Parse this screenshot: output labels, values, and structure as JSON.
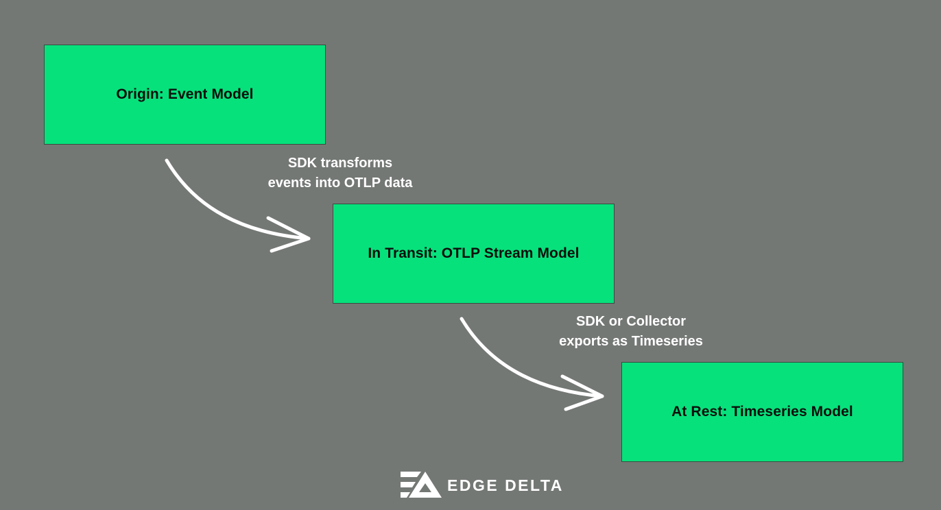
{
  "diagram": {
    "nodes": [
      {
        "id": "origin",
        "label": "Origin: Event Model"
      },
      {
        "id": "transit",
        "label": "In Transit: OTLP Stream Model"
      },
      {
        "id": "rest",
        "label": "At Rest: Timeseries Model"
      }
    ],
    "edges": [
      {
        "from": "origin",
        "to": "transit",
        "line1": "SDK transforms",
        "line2": "events into OTLP data"
      },
      {
        "from": "transit",
        "to": "rest",
        "line1": "SDK or Collector",
        "line2": "exports as Timeseries"
      }
    ]
  },
  "brand": {
    "name": "EDGE DELTA",
    "icon": "edge-delta-logo-icon"
  },
  "colors": {
    "background": "#747875",
    "box_fill": "#07e17c",
    "text_on_box": "#0a0f0c",
    "arrow": "#ffffff"
  }
}
